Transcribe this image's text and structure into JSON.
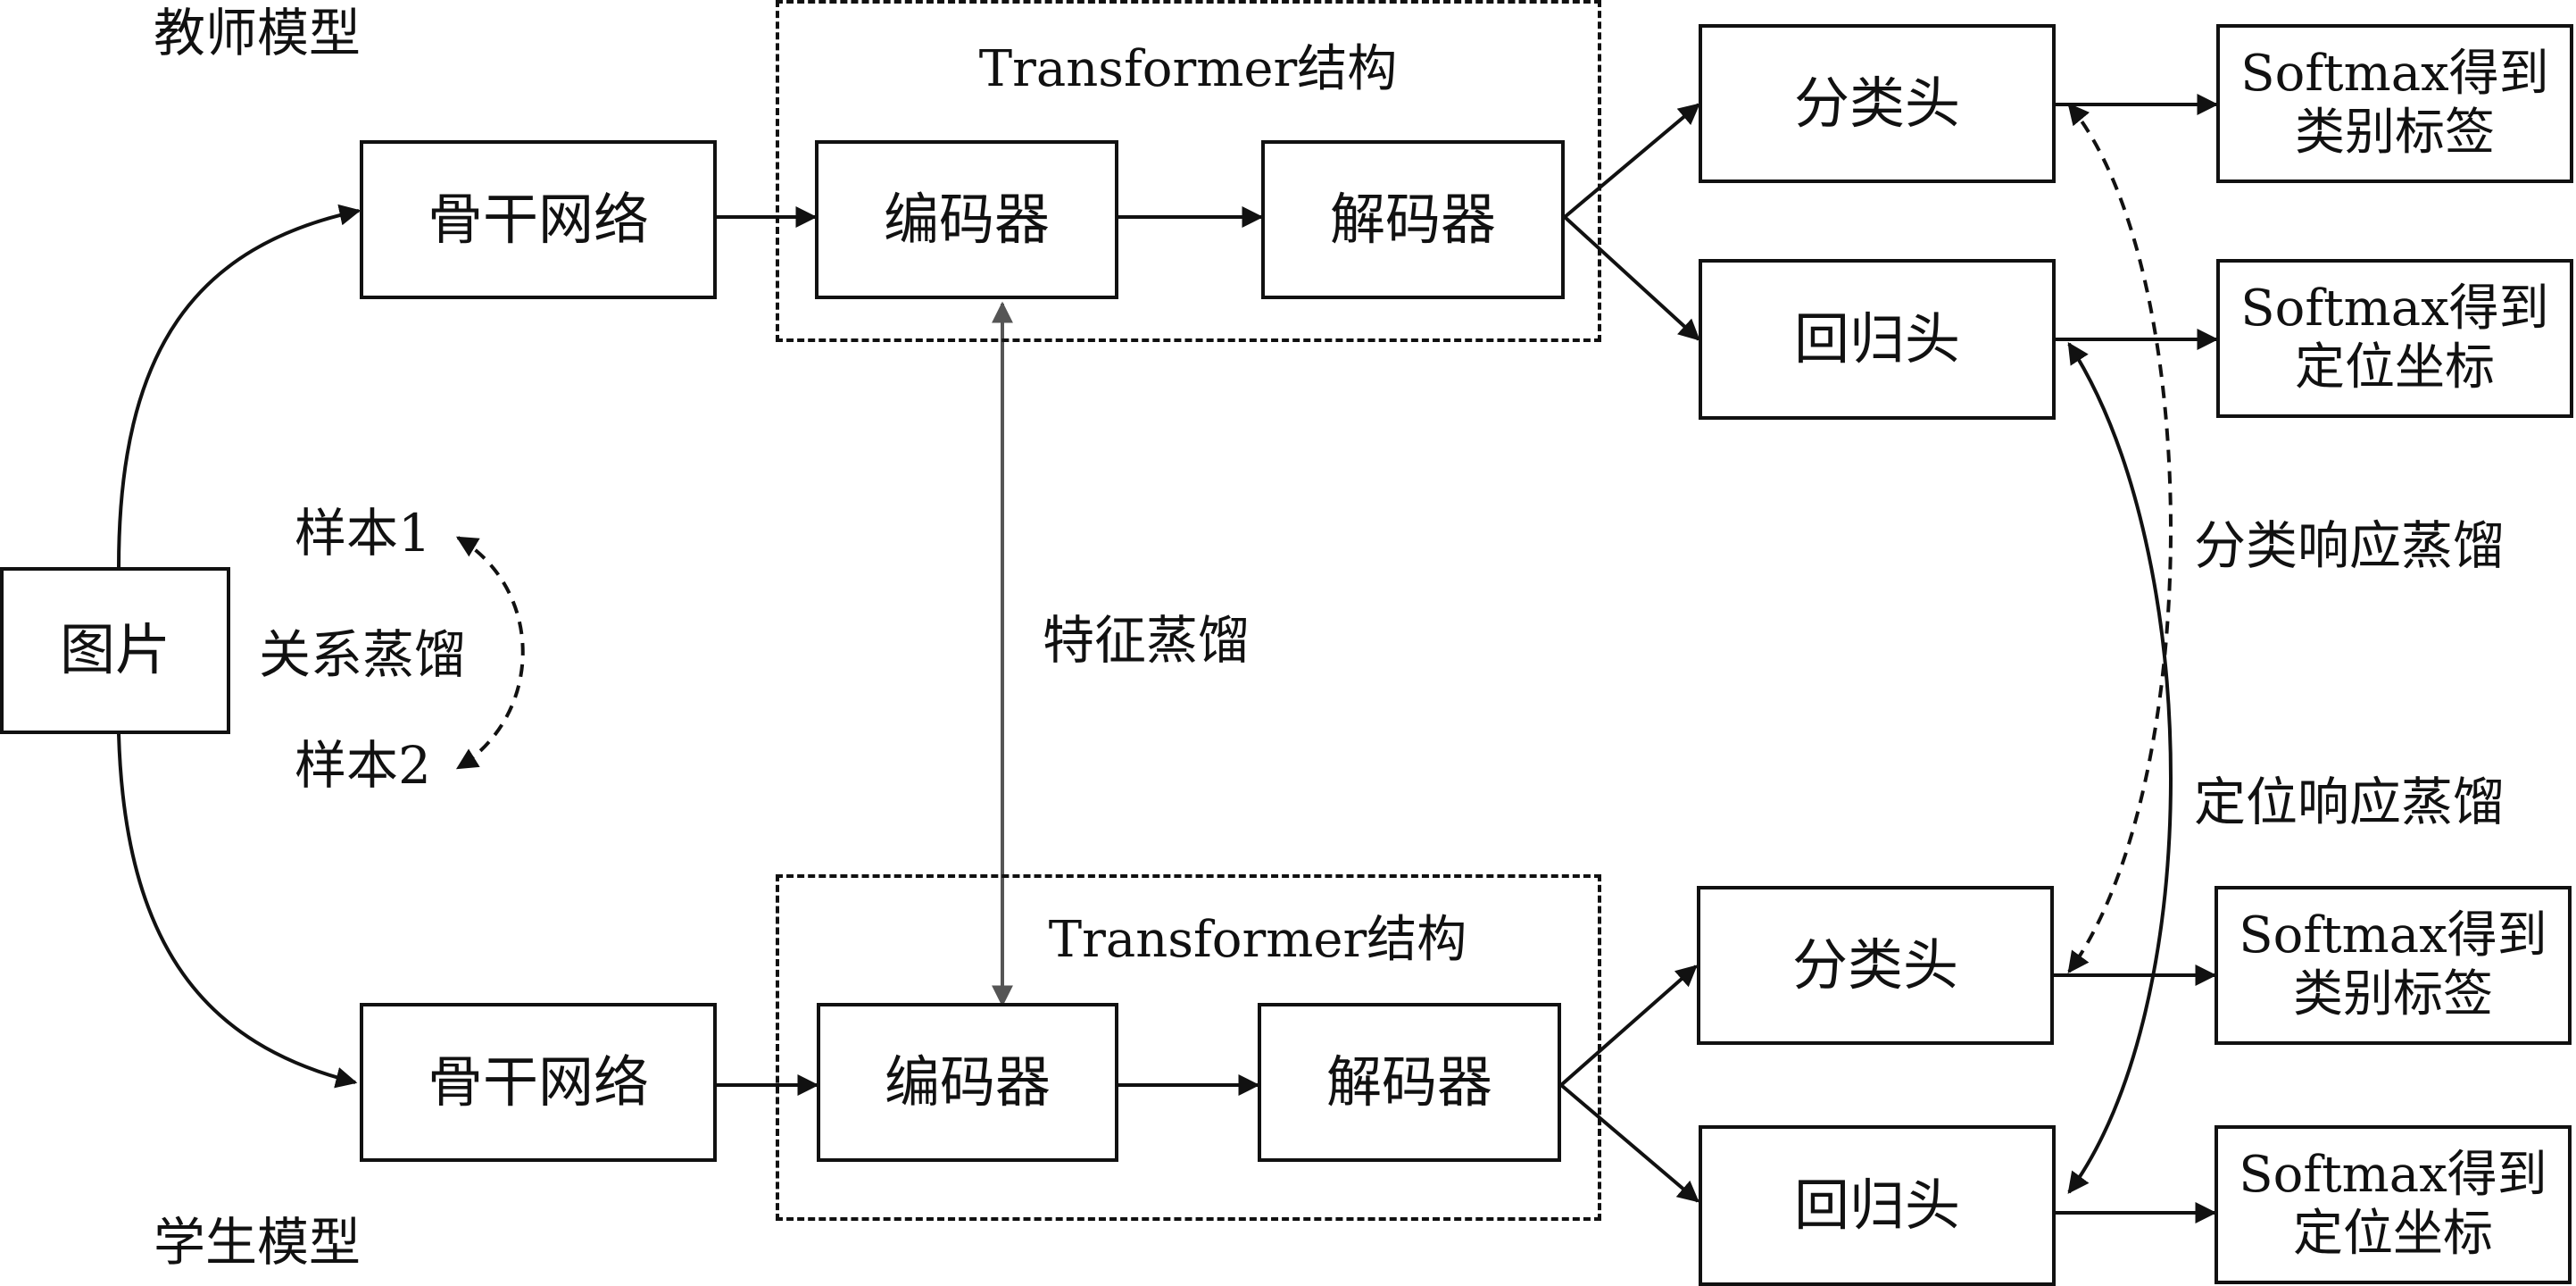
{
  "models": {
    "teacher": "教师模型",
    "student": "学生模型"
  },
  "image_node": "图片",
  "transformer_label": "Transformer结构",
  "nodes": {
    "backbone": "骨干网络",
    "encoder": "编码器",
    "decoder": "解码器",
    "cls_head": "分类头",
    "reg_head": "回归头",
    "softmax_cls_line1": "Softmax得到",
    "softmax_cls_line2": "类别标签",
    "softmax_loc_line1": "Softmax得到",
    "softmax_loc_line2": "定位坐标"
  },
  "distillation": {
    "sample1": "样本1",
    "relation": "关系蒸馏",
    "sample2": "样本2",
    "feature": "特征蒸馏",
    "cls_response": "分类响应蒸馏",
    "loc_response": "定位响应蒸馏"
  }
}
